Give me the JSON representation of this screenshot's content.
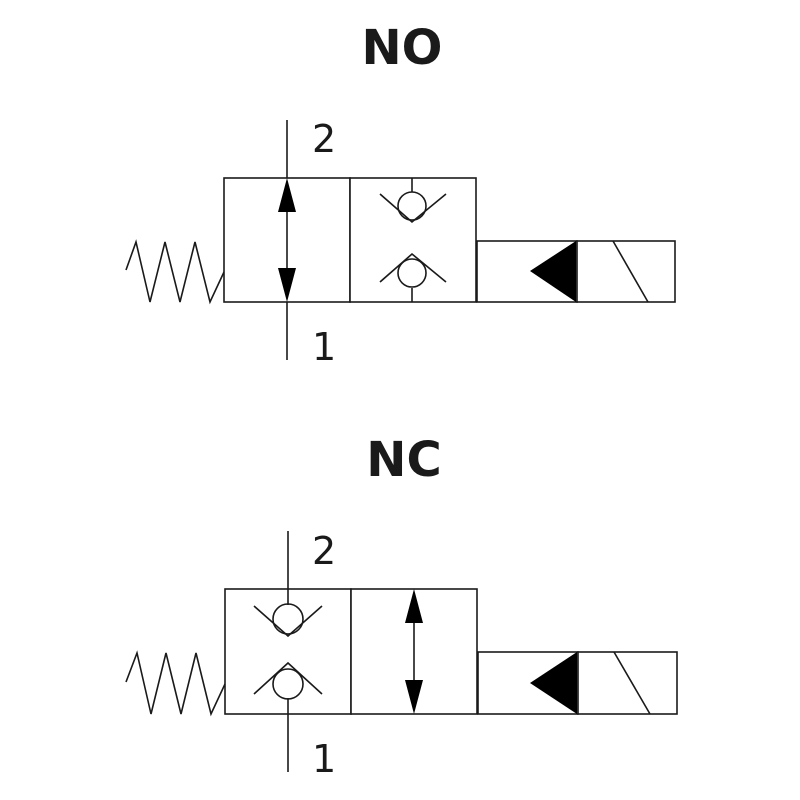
{
  "colors": {
    "line": "#1a1a1a",
    "fill": "#000000",
    "background": "#ffffff"
  },
  "valves": [
    {
      "title": "NO",
      "port_top": "2",
      "port_bottom": "1",
      "flow_block": "left",
      "check_block": "right"
    },
    {
      "title": "NC",
      "port_top": "2",
      "port_bottom": "1",
      "flow_block": "right",
      "check_block": "left"
    }
  ]
}
